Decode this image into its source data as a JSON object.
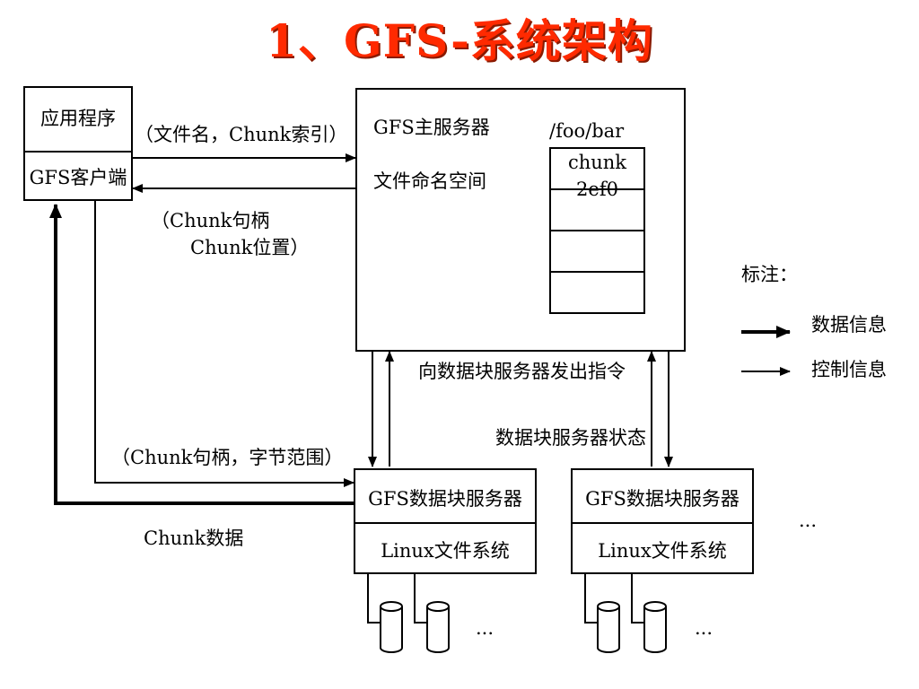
{
  "title": "1、GFS-系统架构",
  "app": {
    "label": "应用程序",
    "client": "GFS客户端"
  },
  "master": {
    "title": "GFS主服务器",
    "namespace": "文件命名空间",
    "path": "/foo/bar",
    "chunk_rows": [
      "chunk 2ef0",
      "",
      "",
      ""
    ]
  },
  "messages": {
    "request": "（文件名，Chunk索引）",
    "reply_line1": "（Chunk句柄",
    "reply_line2": "Chunk位置）",
    "to_chunkservers": "向数据块服务器发出指令",
    "chunkserver_state": "数据块服务器状态",
    "read_request": "（Chunk句柄，字节范围）",
    "chunk_data": "Chunk数据"
  },
  "chunkservers": [
    {
      "name": "GFS数据块服务器",
      "fs": "Linux文件系统",
      "ellipsis": "..."
    },
    {
      "name": "GFS数据块服务器",
      "fs": "Linux文件系统",
      "ellipsis": "..."
    }
  ],
  "more_servers": "...",
  "legend": {
    "title": "标注：",
    "data": "数据信息",
    "control": "控制信息"
  },
  "colors": {
    "title": "#ff2a00",
    "title_shadow": "#8a1a00",
    "line": "#000000"
  }
}
